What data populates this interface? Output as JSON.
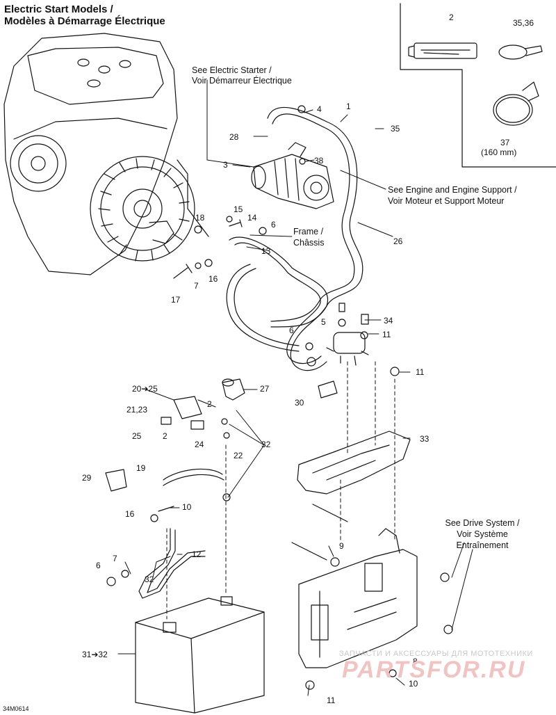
{
  "title_line1": "Electric Start Models /",
  "title_line2": "Modèles à Démarrage Électrique",
  "notes": {
    "electric_starter": [
      "See Electric Starter /",
      "Voir Démarreur Électrique"
    ],
    "engine_support": [
      "See Engine and Engine Support /",
      "Voir Moteur et Support Moteur"
    ],
    "frame": [
      "Frame /",
      "Châssis"
    ],
    "drive_system": [
      "See Drive System /",
      "Voir Système",
      "Entraînement"
    ],
    "size_37": "(160 mm)"
  },
  "callouts": {
    "c1": "1",
    "c2": "2",
    "c3": "3",
    "c4": "4",
    "c5": "5",
    "c6a": "6",
    "c6b": "6",
    "c6c": "6",
    "c7a": "7",
    "c7b": "7",
    "c8": "8",
    "c9": "9",
    "c10a": "10",
    "c10b": "10",
    "c11a": "11",
    "c11b": "11",
    "c11c": "11",
    "c12": "12",
    "c13": "13",
    "c14": "14",
    "c15": "15",
    "c16a": "16",
    "c16b": "16",
    "c17": "17",
    "c18": "18",
    "c19": "19",
    "c20_25": "20➔25",
    "c21_23": "21,23",
    "c22": "22",
    "c2drop_a": "2",
    "c2drop_b": "2",
    "c24": "24",
    "c25": "25",
    "c26": "26",
    "c27": "27",
    "c28": "28",
    "c29": "29",
    "c30": "30",
    "c31_32": "31➔32",
    "c32a": "32",
    "c32b": "32",
    "c33": "33",
    "c34": "34",
    "c35": "35",
    "c35_36": "35,36",
    "c37": "37",
    "c38": "38"
  },
  "code": "34M0614",
  "watermark": {
    "line1": "ЗАПЧАСТИ И АКСЕССУАРЫ ДЛЯ МОТОТЕХНИКИ",
    "line2": "PARTSFOR.RU"
  }
}
